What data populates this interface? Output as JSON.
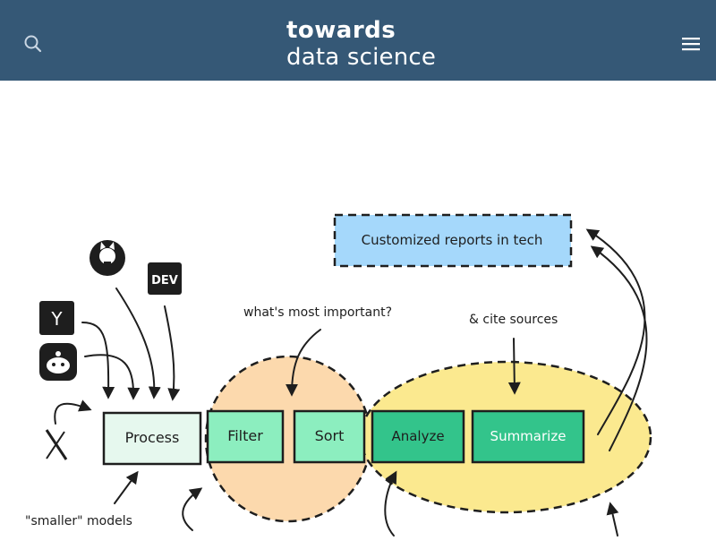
{
  "header": {
    "logo_line1": "towards",
    "logo_line2": "data science",
    "bg_color": "#355876",
    "search_icon": "search-icon",
    "menu_icon": "hamburger-menu-icon"
  },
  "figure": {
    "boxes": {
      "process": "Process",
      "filter": "Filter",
      "sort": "Sort",
      "analyze": "Analyze",
      "summarize": "Summarize",
      "reports": "Customized reports in tech"
    },
    "notes": {
      "important": "what's most important?",
      "cite": "& cite sources",
      "models": "\"smaller\" models"
    },
    "source_icons": {
      "github": "github-icon",
      "dev": "DEV",
      "hackernews": "Y",
      "reddit": "reddit-icon",
      "x": "x-icon"
    },
    "colors": {
      "filter_zone": "#fcd9ad",
      "analyze_zone": "#fbe98f",
      "light_box": "#e6f8ee",
      "mint_box": "#8ceebf",
      "green_box": "#33c48b",
      "report_box": "#a5d8fb"
    }
  }
}
